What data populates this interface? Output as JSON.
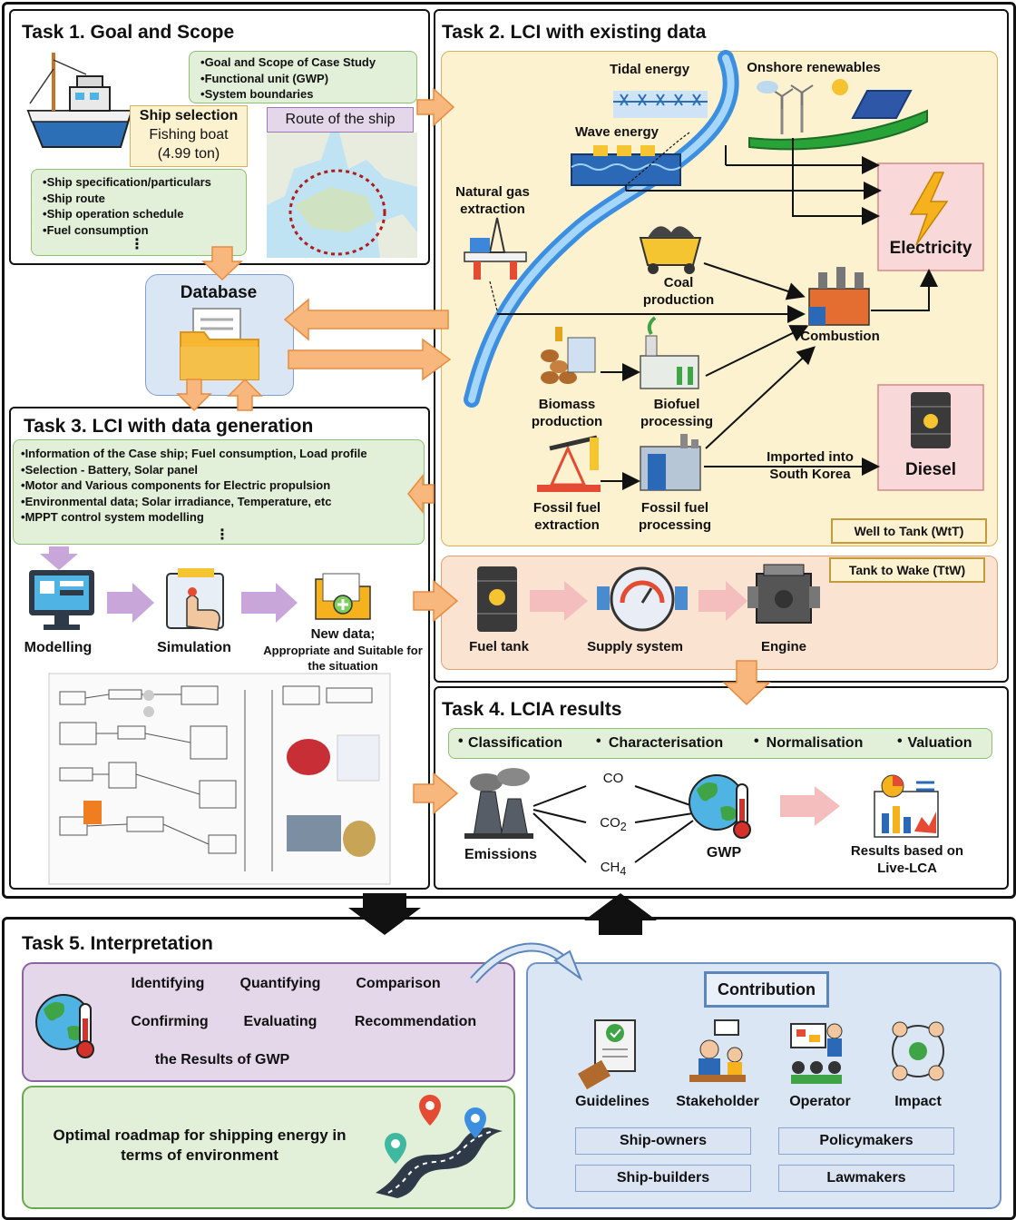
{
  "task1": {
    "title": "Task 1. Goal and Scope",
    "goal_items": [
      "Goal and Scope of Case Study",
      "Functional unit (GWP)",
      "System boundaries"
    ],
    "ship_selection_title": "Ship selection",
    "ship_selection_type": "Fishing boat",
    "ship_selection_weight": "(4.99 ton)",
    "route_label": "Route of the ship",
    "spec_items": [
      "Ship specification/particulars",
      "Ship route",
      "Ship operation schedule",
      "Fuel consumption"
    ],
    "ellipsis": "⋮"
  },
  "database": {
    "label": "Database"
  },
  "task2": {
    "title": "Task 2. LCI with existing data",
    "tidal": "Tidal energy",
    "onshore": "Onshore renewables",
    "wave": "Wave energy",
    "natural_gas": "Natural gas extraction",
    "coal": "Coal production",
    "electricity": "Electricity",
    "combustion": "Combustion",
    "biomass": "Biomass production",
    "biofuel": "Biofuel processing",
    "fossil_extraction": "Fossil fuel extraction",
    "fossil_processing": "Fossil fuel processing",
    "imported": "Imported into South Korea",
    "diesel": "Diesel",
    "wtt": "Well to Tank (WtT)",
    "ttw": "Tank to Wake (TtW)",
    "fuel_tank": "Fuel tank",
    "supply": "Supply system",
    "engine": "Engine"
  },
  "task3": {
    "title": "Task 3. LCI with data generation",
    "items": [
      "Information of the Case ship; Fuel consumption, Load profile",
      "Selection - Battery, Solar panel",
      "Motor and Various components for Electric propulsion",
      "Environmental data; Solar irradiance, Temperature, etc",
      "MPPT control system modelling"
    ],
    "ellipsis": "⋮",
    "modelling": "Modelling",
    "simulation": "Simulation",
    "new_data": "New data;",
    "new_data_sub": "Appropriate and Suitable for the situation"
  },
  "task4": {
    "title": "Task 4. LCIA results",
    "steps": [
      "Classification",
      "Characterisation",
      "Normalisation",
      "Valuation"
    ],
    "emissions": "Emissions",
    "gases": [
      "CO",
      "CO",
      "CH"
    ],
    "gas_subs": [
      "",
      "2",
      "4"
    ],
    "gwp": "GWP",
    "results": "Results based on Live-LCA"
  },
  "task5": {
    "title": "Task 5. Interpretation",
    "words": [
      "Identifying",
      "Quantifying",
      "Comparison",
      "Confirming",
      "Evaluating",
      "Recommendation"
    ],
    "results_gwp": "the Results of GWP",
    "roadmap": "Optimal roadmap for shipping energy in terms of environment",
    "contribution": "Contribution",
    "icons": [
      "Guidelines",
      "Stakeholder",
      "Operator",
      "Impact"
    ],
    "groups": [
      "Ship-owners",
      "Policymakers",
      "Ship-builders",
      "Lawmakers"
    ]
  },
  "colors": {
    "green_fill": "#e2efd9",
    "yellow_fill": "#fdf2d0",
    "blue_fill": "#dae6f4",
    "purple_fill": "#e4d7ea",
    "pink_fill": "#f8d8d8",
    "orange_arrow": "#f7b77d"
  }
}
